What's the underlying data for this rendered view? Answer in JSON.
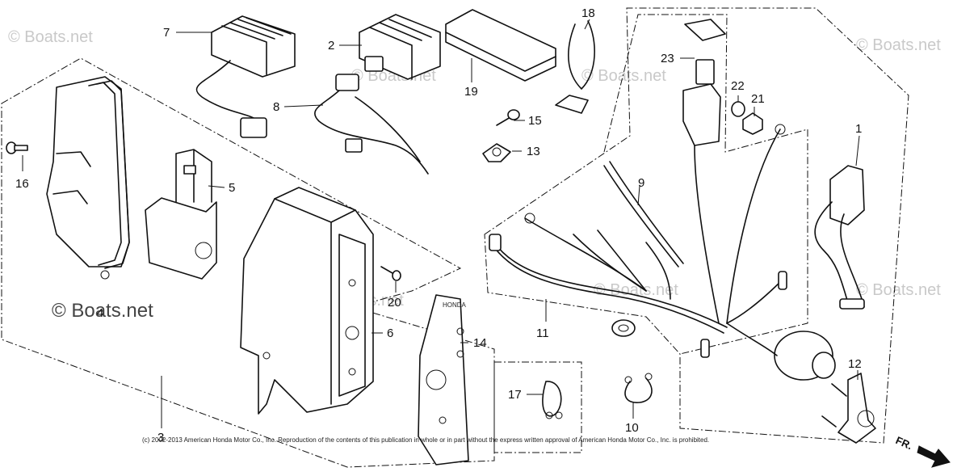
{
  "diagram": {
    "callouts": [
      "1",
      "2",
      "3",
      "4",
      "5",
      "6",
      "7",
      "8",
      "9",
      "10",
      "11",
      "12",
      "13",
      "14",
      "15",
      "16",
      "17",
      "18",
      "19",
      "20",
      "21",
      "22",
      "23"
    ],
    "watermark": "© Boats.net",
    "copyright": "(c) 2002-2013 American Honda Motor Co., Inc. Reproduction of the contents of this publication in whole or in part without the express written approval of American Honda Motor Co., Inc. is prohibited.",
    "direction_label": "FR.",
    "plate_text": "HONDA"
  }
}
